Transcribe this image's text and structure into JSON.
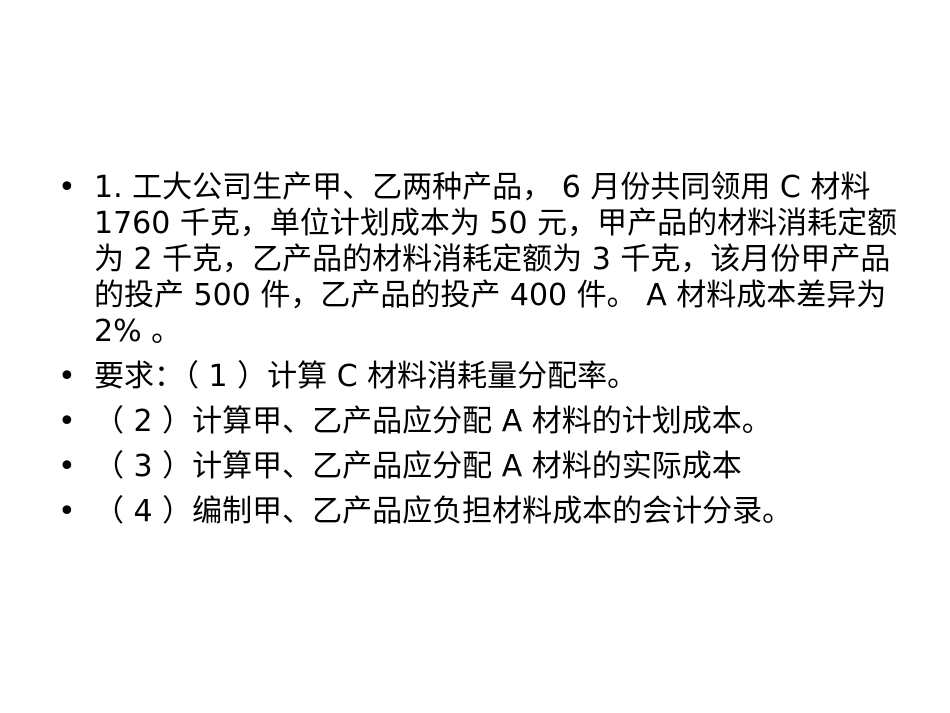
{
  "slide": {
    "bullet_glyph": "•",
    "items": [
      {
        "text": "1. 工大公司生产甲、乙两种产品， 6 月份共同领用 C 材料 1760 千克，单位计划成本为 50 元，甲产品的材料消耗定额为 2 千克，乙产品的材料消耗定额为 3 千克，该月份甲产品的投产 500 件，乙产品的投产 400 件。 A 材料成本差异为 2% 。"
      },
      {
        "text": "要求：（ 1 ）计算 C 材料消耗量分配率。"
      },
      {
        "text": "（ 2 ）计算甲、乙产品应分配 A 材料的计划成本。"
      },
      {
        "text": "（ 3 ）计算甲、乙产品应分配 A 材料的实际成本"
      },
      {
        "text": "（ 4 ）编制甲、乙产品应负担材料成本的会计分录。"
      }
    ]
  }
}
